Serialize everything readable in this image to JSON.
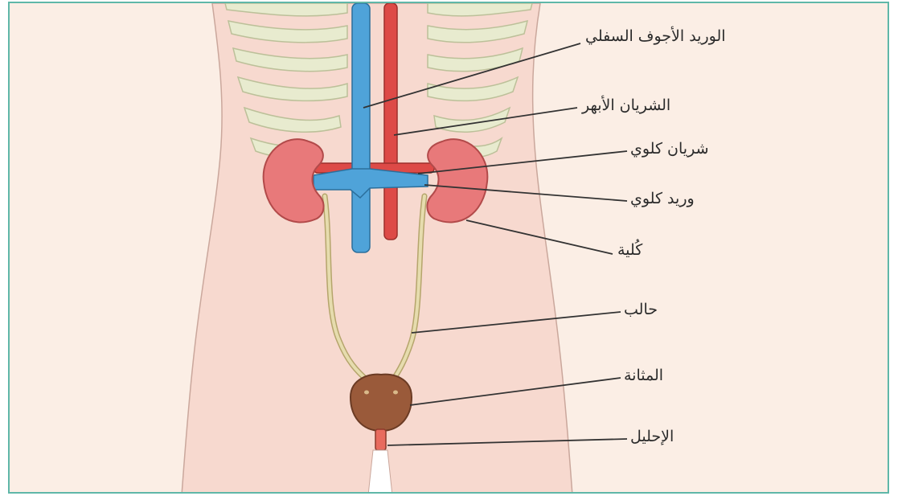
{
  "labels": {
    "inferior_vena_cava": "الوريد الأجوف السفلي",
    "aorta": "الشريان الأبهر",
    "renal_artery": "شريان كلوي",
    "renal_vein": "وريد كلوي",
    "kidney": "كُلية",
    "ureter": "حالب",
    "bladder": "المثانة",
    "urethra": "الإحليل"
  },
  "colors": {
    "background": "#fbeee5",
    "border": "#5fb7a8",
    "vein": "#4fa3d9",
    "artery": "#dd4a47",
    "kidney": "#e8797a",
    "bladder": "#9a5a3a",
    "ureter": "#d9cf9a",
    "ribs": "#e6e9cf"
  }
}
